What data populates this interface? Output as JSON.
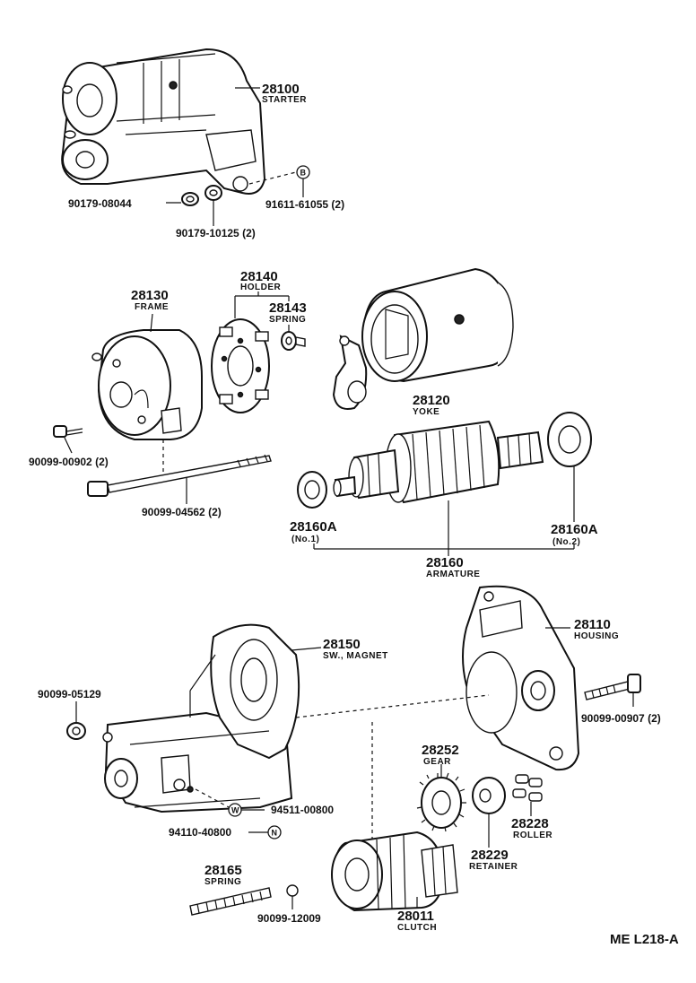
{
  "parts": {
    "starter": {
      "no": "28100",
      "name": "STARTER"
    },
    "frame": {
      "no": "28130",
      "name": "FRAME"
    },
    "holder": {
      "no": "28140",
      "name": "HOLDER"
    },
    "spring_brush": {
      "no": "28143",
      "name": "SPRING"
    },
    "yoke": {
      "no": "28120",
      "name": "YOKE"
    },
    "armature": {
      "no": "28160",
      "name": "ARMATURE"
    },
    "bearing1": {
      "no": "28160A",
      "name": "(No.1)"
    },
    "bearing2": {
      "no": "28160A",
      "name": "(No.2)"
    },
    "sw_magnet": {
      "no": "28150",
      "name": "SW., MAGNET"
    },
    "housing": {
      "no": "28110",
      "name": "HOUSING"
    },
    "gear": {
      "no": "28252",
      "name": "GEAR"
    },
    "roller": {
      "no": "28228",
      "name": "ROLLER"
    },
    "retainer": {
      "no": "28229",
      "name": "RETAINER"
    },
    "clutch": {
      "no": "28011",
      "name": "CLUTCH"
    },
    "spring_165": {
      "no": "28165",
      "name": "SPRING"
    }
  },
  "fasteners": {
    "nut_08044": "90179-08044",
    "nut_10125": "90179-10125 (2)",
    "bolt_61055": "91611-61055 (2)",
    "screw_00902": "90099-00902 (2)",
    "bolt_04562": "90099-04562 (2)",
    "nut_05129": "90099-05129",
    "bolt_00907": "90099-00907 (2)",
    "washer_00800": "94511-00800",
    "nut_40800": "94110-40800",
    "ball_12009": "90099-12009"
  },
  "tags": {
    "b": "B",
    "w": "W",
    "n": "N"
  },
  "figure_code": "ME L218-A"
}
